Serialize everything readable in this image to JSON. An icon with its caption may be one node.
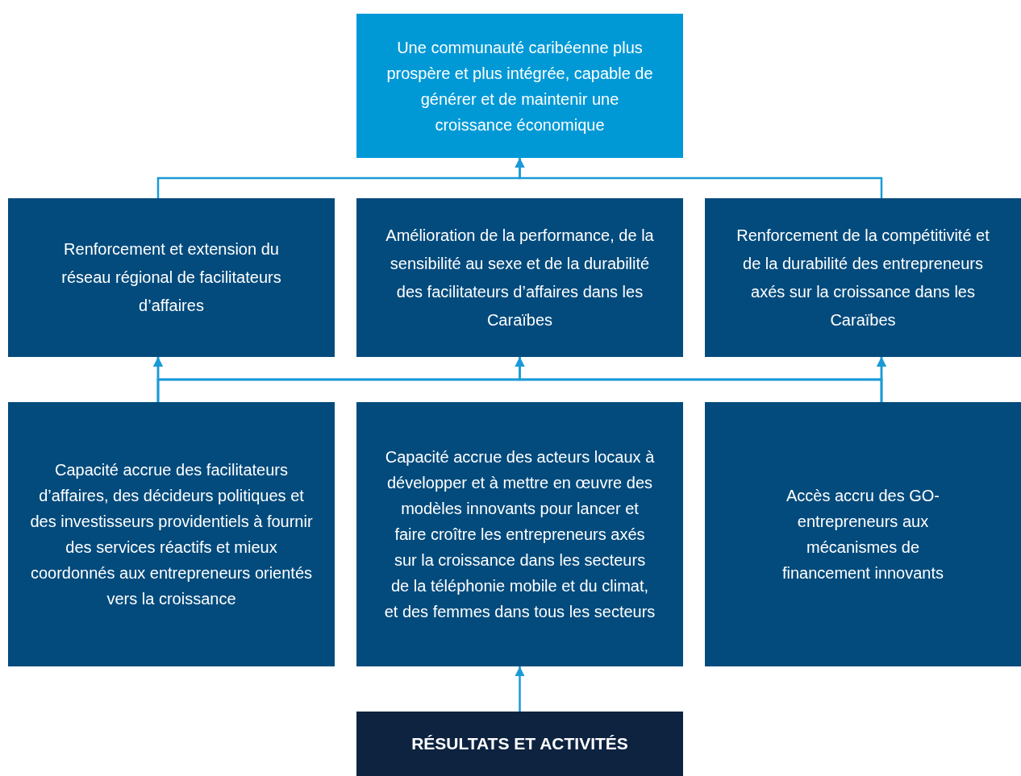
{
  "diagram": {
    "nodes": [
      {
        "text": [
          "Une communauté caribéenne plus prospère et plus intégrée, capable de générer et de maintenir une croissance économique"
        ]
      },
      {
        "text": [
          "Renforcement et extension du réseau régional de facilitateurs d’affaires"
        ]
      },
      {
        "text": [
          "Amélioration de la performance, de la sensibilité au sexe et de la durabilité des facilitateurs d’affaires dans les Caraïbes"
        ]
      },
      {
        "text": [
          "Renforcement de la compétitivité et de la durabilité des entrepreneurs axés sur la croissance dans les Caraïbes"
        ]
      },
      {
        "text": [
          "Capacité accrue des facilitateurs d’affaires, des décideurs politiques et des investisseurs providentiels à fournir des services réactifs et mieux coordonnés aux entrepreneurs orientés vers la croissance"
        ]
      },
      {
        "text": [
          "Capacité accrue des acteurs locaux à développer et à mettre en œuvre des modèles innovants pour lancer et faire croître les entrepreneurs axés sur la croissance dans les secteurs de la téléphonie mobile et du climat, et des femmes dans tous les secteurs"
        ]
      },
      {
        "text": [
          "Accès accru des GO-entrepreneurs aux mécanismes de financement innovants"
        ]
      },
      {
        "text": [
          "RÉSULTATS ET ACTIVITÉS"
        ]
      }
    ],
    "edges": [
      {
        "from": 1,
        "to": 0,
        "arrow": "to"
      },
      {
        "from": 3,
        "to": 0,
        "arrow": "to"
      },
      {
        "from": 4,
        "to": 1,
        "arrow": "to"
      },
      {
        "from": 4,
        "to": 2,
        "arrow": "to"
      },
      {
        "from": 4,
        "to": 3,
        "arrow": "to"
      },
      {
        "from": 6,
        "to": 1,
        "arrow": "to"
      },
      {
        "from": 6,
        "to": 2,
        "arrow": "to"
      },
      {
        "from": 6,
        "to": 3,
        "arrow": "to"
      },
      {
        "from": 7,
        "to": 5,
        "arrow": "to"
      }
    ]
  }
}
